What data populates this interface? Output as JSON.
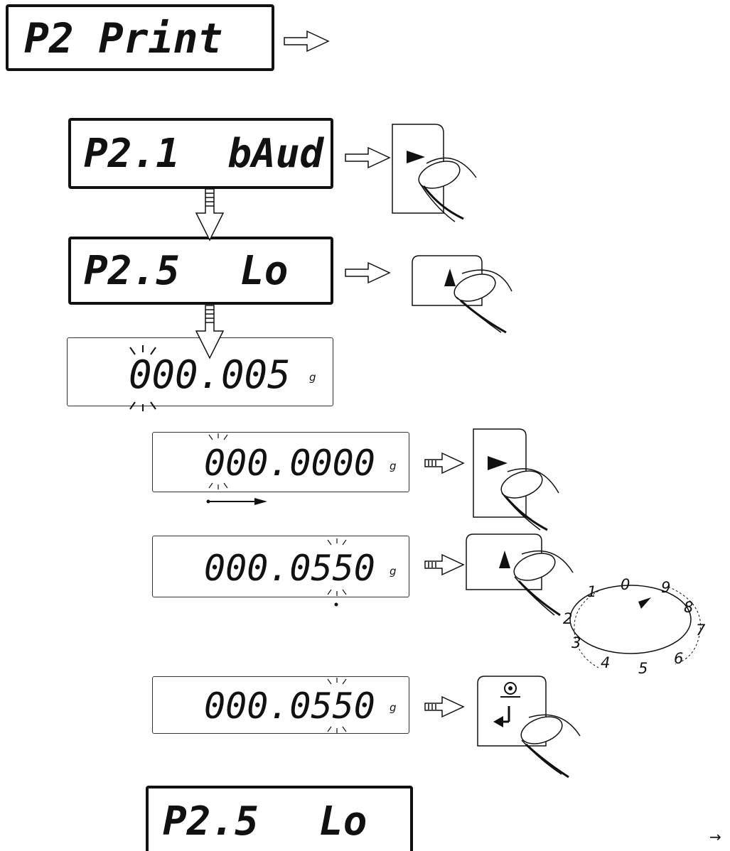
{
  "menu": {
    "print": "P2 Print"
  },
  "steps": {
    "baud": "P2.1  bAud",
    "lo_code": "P2.5",
    "lo_value": "Lo",
    "lo_initial": "000.005",
    "edit_start": "000.0000",
    "edit_mid": "000.0550",
    "edit_confirm": "000.0550",
    "final_code": "P2.5",
    "final_value": "Lo",
    "unit": "g"
  },
  "digit_cycle": [
    "0",
    "9",
    "8",
    "7",
    "6",
    "5",
    "4",
    "3",
    "2",
    "1"
  ],
  "corner_arrow": "→",
  "colors": {
    "ink": "#111111",
    "background": "#ffffff"
  }
}
